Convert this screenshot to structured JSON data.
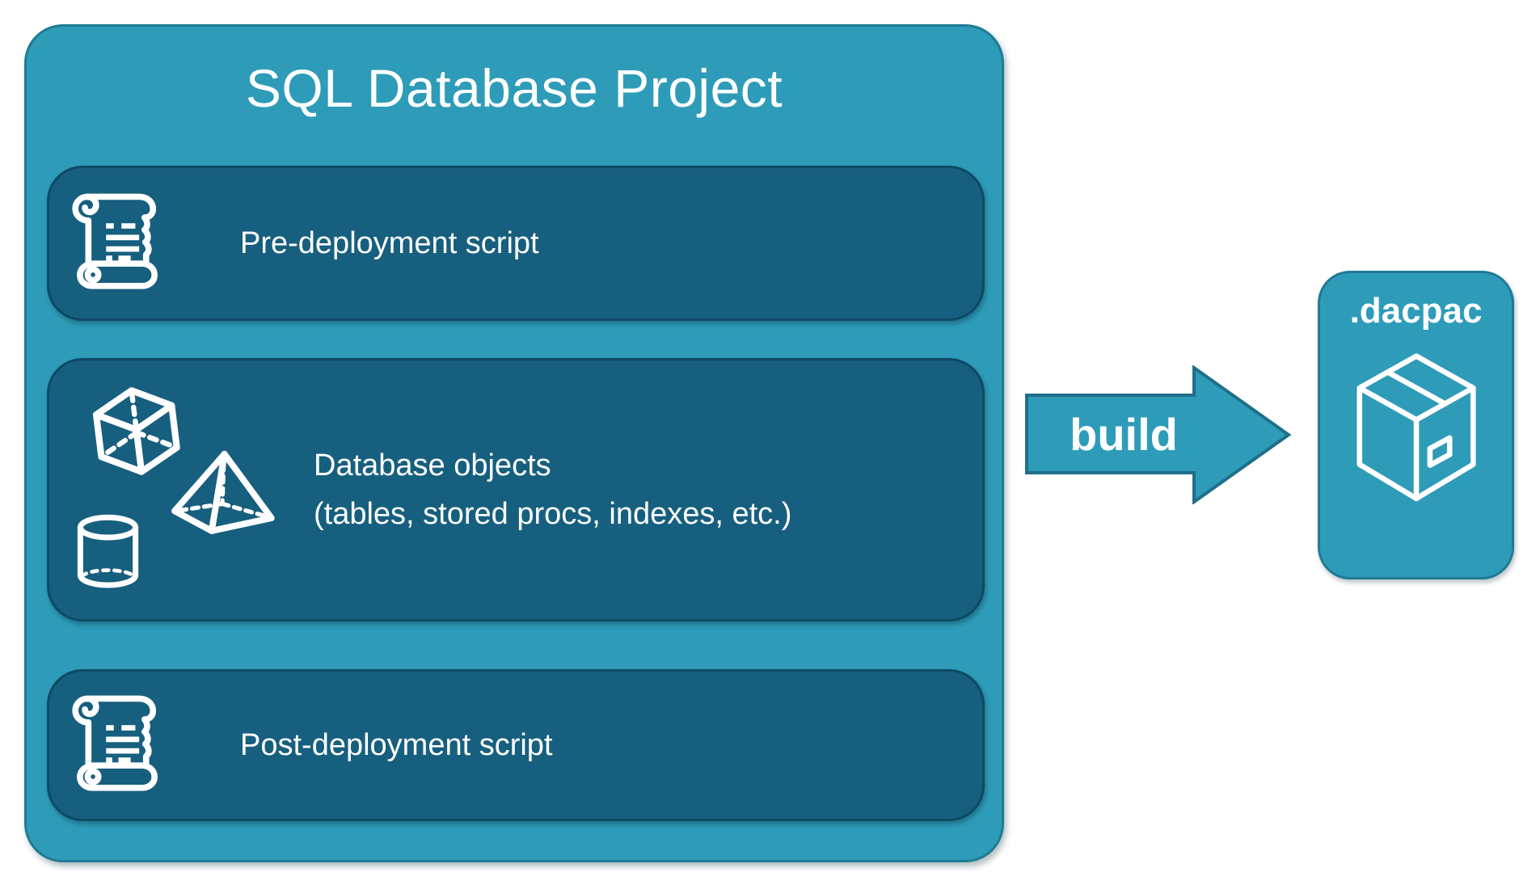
{
  "colors": {
    "teal": "#2E9CB8",
    "teal_border": "#1E7B94",
    "dark_box": "#175F7E",
    "dark_box_border": "#0D4A66",
    "text": "#FFFFFF"
  },
  "project": {
    "title": "SQL Database Project",
    "boxes": [
      {
        "label": "Pre-deployment script",
        "icon": "scroll-icon"
      },
      {
        "label": "Database objects",
        "sublabel": "(tables, stored procs, indexes, etc.)",
        "icon": "cube-pyramid-cylinder-icons"
      },
      {
        "label": "Post-deployment script",
        "icon": "scroll-icon"
      }
    ]
  },
  "build_arrow": {
    "label": "build"
  },
  "output": {
    "label": ".dacpac",
    "icon": "package-icon"
  }
}
